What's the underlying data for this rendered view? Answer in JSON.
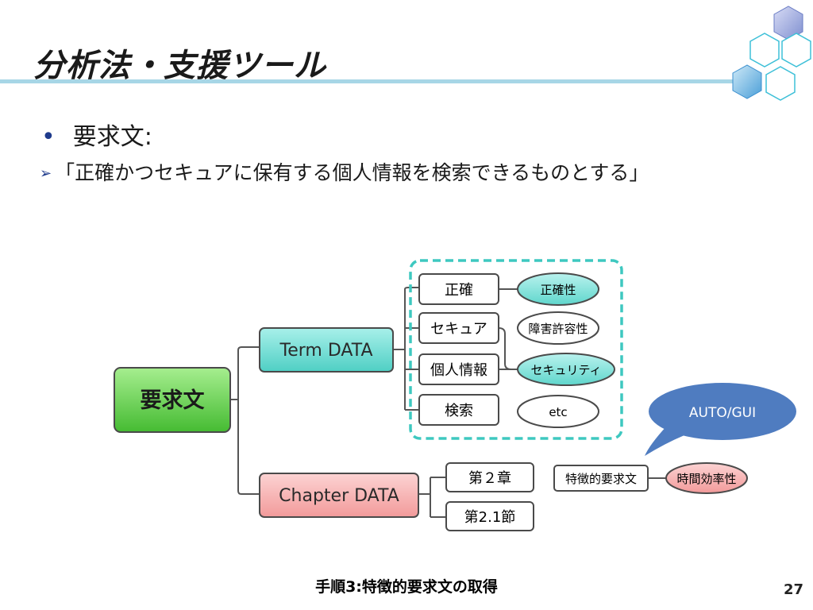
{
  "slide": {
    "title": "分析法・支援ツール",
    "bullet": "要求文:",
    "sub_bullet": "「正確かつセキュアに保有する個人情報を検索できるものとする」",
    "footer": "手順3:特徴的要求文の取得",
    "page_number": "27"
  },
  "diagram": {
    "root": "要求文",
    "term": "Term DATA",
    "chapter": "Chapter DATA",
    "terms": [
      "正確",
      "セキュア",
      "個人情報",
      "検索"
    ],
    "properties": [
      "正確性",
      "障害許容性",
      "セキュリティ",
      "etc"
    ],
    "chapters": [
      "第２章",
      "第2.1節"
    ],
    "feature": "特徴的要求文",
    "efficiency": "時間効率性",
    "callout": "AUTO/GUI"
  },
  "colors": {
    "rule": "#a7d6e6",
    "root_green": "#5cc94a",
    "term_teal": "#5fd6cc",
    "chapter_pink": "#f5a3a3",
    "dashed_border": "#3ec8c0",
    "callout_blue": "#4f7cc0"
  }
}
